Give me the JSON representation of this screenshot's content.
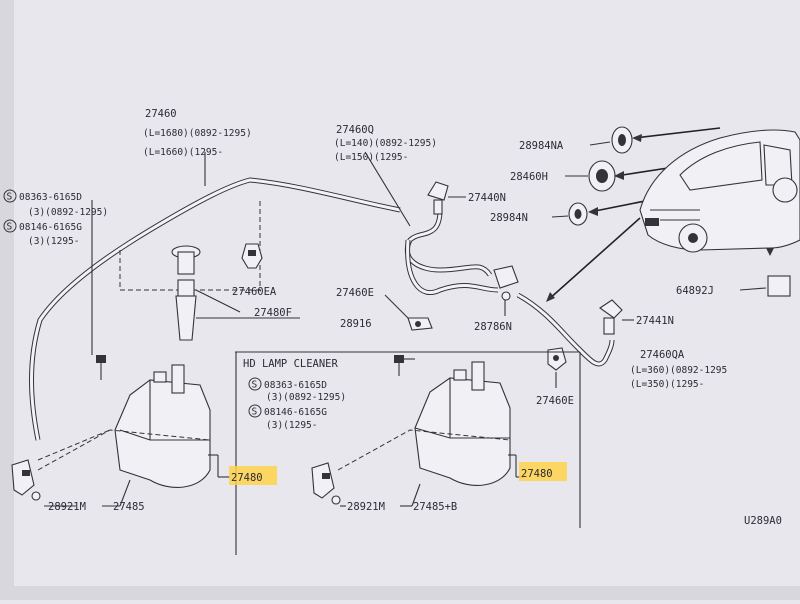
{
  "labels": {
    "p27460": "27460",
    "p27460_l1": "(L=1680)(0892-1295)",
    "p27460_l2": "(L=1660)(1295-",
    "p27460Q": "27460Q",
    "p27460Q_l1": "(L=140)(0892-1295)",
    "p27460Q_l2": "(L=150)(1295-",
    "p28984NA": "28984NA",
    "p28460H": "28460H",
    "p27440N": "27440N",
    "p28984N": "28984N",
    "s1_code": "08363-6165D",
    "s1_range": "(3)(0892-1295)",
    "s2_code": "08146-6165G",
    "s2_range": "(3)(1295-",
    "p27460EA": "27460EA",
    "p27460E_a": "27460E",
    "p27480F": "27480F",
    "p28916": "28916",
    "p28786N": "28786N",
    "p27441N": "27441N",
    "p64892J": "64892J",
    "p27460QA": "27460QA",
    "p27460QA_l1": "(L=360)(0892-1295",
    "p27460QA_l2": "(L=350)(1295-",
    "p27460E_b": "27460E",
    "hd_title": "HD LAMP CLEANER",
    "s3_code": "08363-6165D",
    "s3_range": "(3)(0892-1295)",
    "s4_code": "08146-6165G",
    "s4_range": "(3)(1295-",
    "p27480_a": "27480",
    "p27480_b": "27480",
    "p28921M_a": "28921M",
    "p27485": "27485",
    "p28921M_b": "28921M",
    "p27485B": "27485+B",
    "diagram_code": "U289A0"
  },
  "symbols": {
    "s_mark": "S"
  },
  "colors": {
    "highlight": "#ffd24a",
    "ink": "#33333a",
    "paper": "#e9e7ee"
  }
}
